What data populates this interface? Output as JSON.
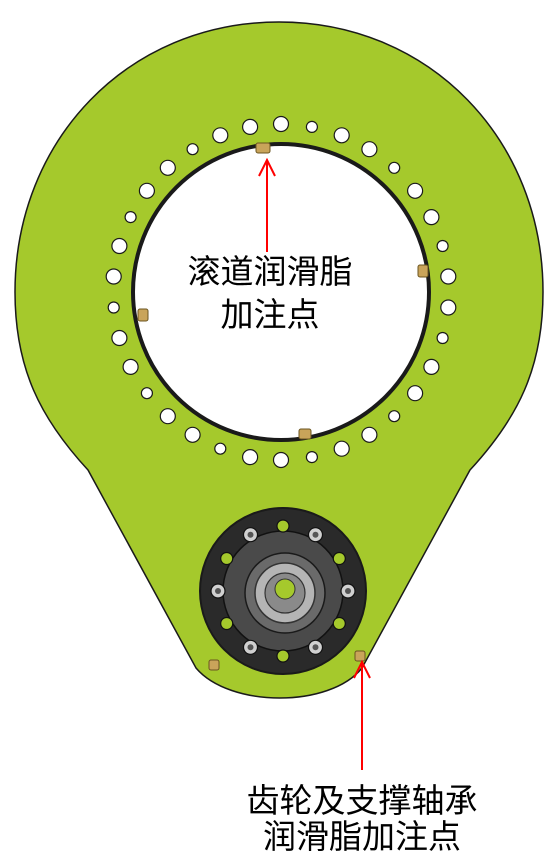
{
  "annotations": {
    "raceway_label_line1": "滚道润滑脂",
    "raceway_label_line2": "加注点",
    "gear_label_line1": "齿轮及支撑轴承",
    "gear_label_line2": "润滑脂加注点"
  },
  "colors": {
    "plate_fill": "#a5c92c",
    "outline": "#1a1a1a",
    "arrow": "#ff0000",
    "motor_dark": "#2a2a2a",
    "motor_mid": "#4a4a4a",
    "fitting_brass": "#c9a45a",
    "shaft_gray": "#9a9a9a",
    "background": "#ffffff"
  }
}
